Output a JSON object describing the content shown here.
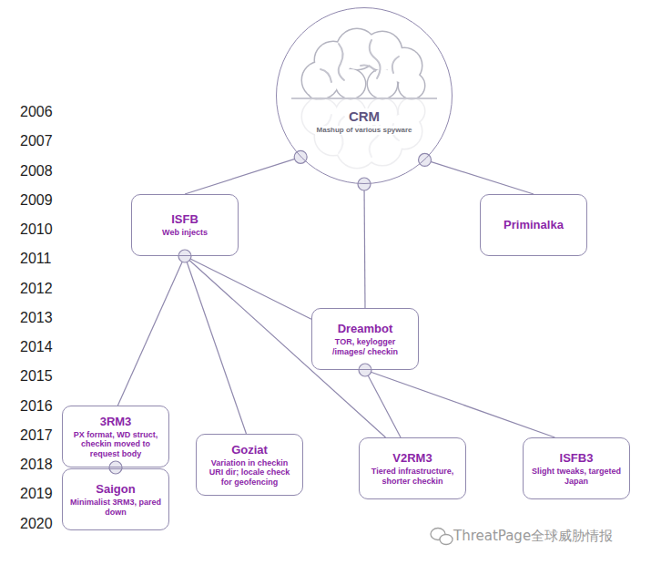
{
  "diagram": {
    "nodes": [
      {
        "text": [
          "CRM",
          "Mashup of various spyware"
        ]
      },
      {
        "text": [
          "ISFB",
          "Web injects"
        ]
      },
      {
        "text": [
          "Priminalka"
        ]
      },
      {
        "text": [
          "Dreambot",
          "TOR, keylogger /images/ checkin"
        ]
      },
      {
        "text": [
          "3RM3",
          "PX format, WD struct, checkin moved to request body"
        ]
      },
      {
        "text": [
          "Saigon",
          "Minimalist 3RM3, pared down"
        ]
      },
      {
        "text": [
          "Goziat",
          "Variation in checkin URI dir; locale check for geofencing"
        ]
      },
      {
        "text": [
          "V2RM3",
          "Tiered infrastructure, shorter checkin"
        ]
      },
      {
        "text": [
          "ISFB3",
          "Slight tweaks, targeted Japan"
        ]
      }
    ],
    "edges": [
      {
        "from": 0,
        "to": 1,
        "arrow": "none"
      },
      {
        "from": 0,
        "to": 3,
        "arrow": "none"
      },
      {
        "from": 0,
        "to": 2,
        "arrow": "none"
      },
      {
        "from": 1,
        "to": 4,
        "arrow": "none"
      },
      {
        "from": 1,
        "to": 6,
        "arrow": "none"
      },
      {
        "from": 1,
        "to": 3,
        "arrow": "none"
      },
      {
        "from": 1,
        "to": 7,
        "arrow": "none"
      },
      {
        "from": 3,
        "to": 7,
        "arrow": "none"
      },
      {
        "from": 3,
        "to": 8,
        "arrow": "none"
      },
      {
        "from": 4,
        "to": 5,
        "arrow": "none"
      }
    ],
    "labels": [
      "2006",
      "2007",
      "2008",
      "2009",
      "2010",
      "2011",
      "2012",
      "2013",
      "2014",
      "2015",
      "2016",
      "2017",
      "2018",
      "2019",
      "2020",
      "ThreatPage全球威胁情报"
    ]
  }
}
